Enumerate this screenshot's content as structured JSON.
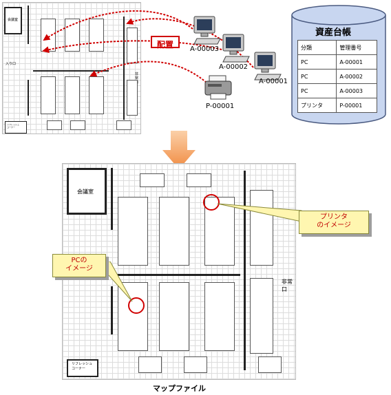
{
  "top_map": {
    "meeting_room": "会議室",
    "entrance": "入り口",
    "emergency_exit": "非常口",
    "refresh_corner": "リフレッシュ\nコーナー"
  },
  "placement_label": "配置",
  "devices": [
    {
      "id": "A-00003",
      "kind": "pc"
    },
    {
      "id": "A-00002",
      "kind": "pc"
    },
    {
      "id": "A-00001",
      "kind": "pc"
    },
    {
      "id": "P-00001",
      "kind": "printer"
    }
  ],
  "asset_ledger": {
    "title": "資産台帳",
    "columns": [
      "分類",
      "管理番号"
    ],
    "rows": [
      [
        "PC",
        "A-00001"
      ],
      [
        "PC",
        "A-00002"
      ],
      [
        "PC",
        "A-00003"
      ],
      [
        "プリンタ",
        "P-00001"
      ]
    ]
  },
  "bottom_map": {
    "meeting_room": "会議室",
    "emergency_exit": "非常口",
    "refresh_corner": "リフレッシュ\nコーナー"
  },
  "callouts": {
    "printer": "プリンタ\nのイメージ",
    "pc": "PCの\nイメージ"
  },
  "caption": "マップファイル",
  "colors": {
    "arrow": "#d00000",
    "big_arrow": "#f5a060",
    "callout_bg": "#fff6b0",
    "callout_text": "#c00000"
  }
}
